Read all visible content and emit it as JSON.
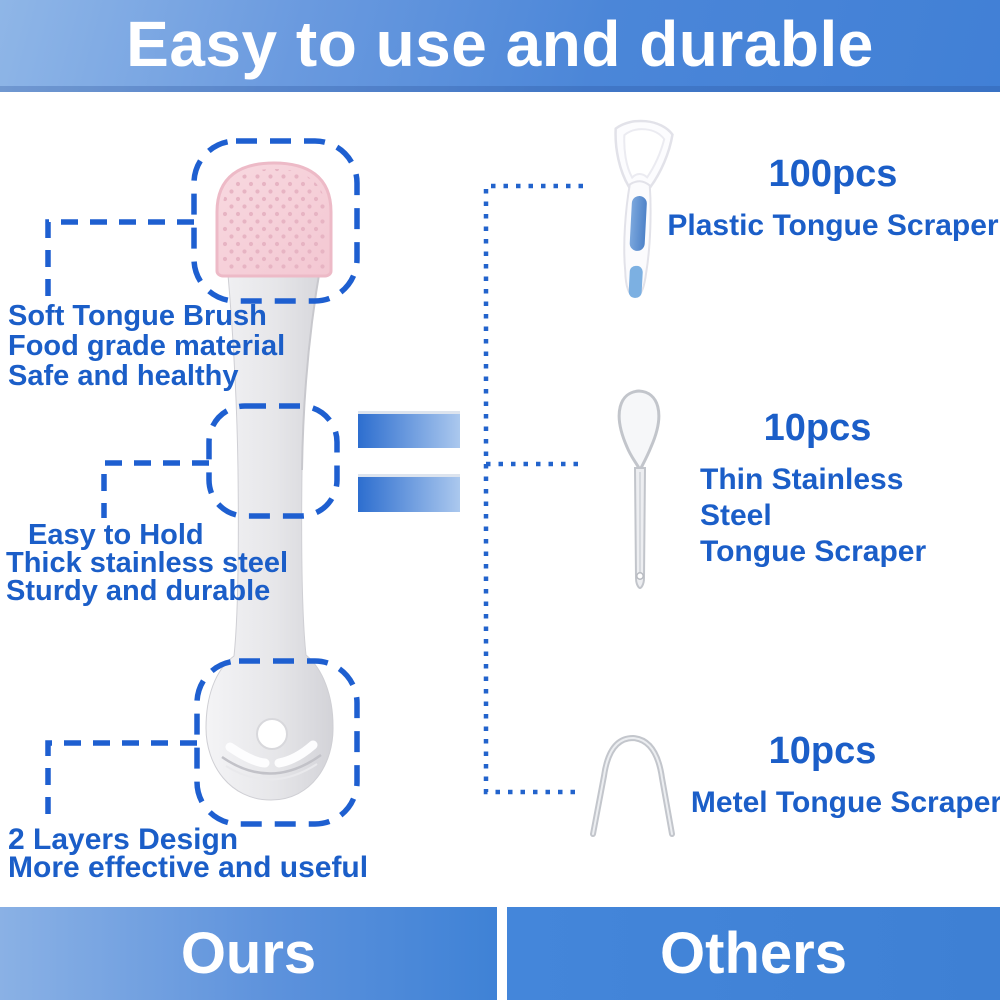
{
  "header": {
    "title": "Easy to use and durable"
  },
  "callouts": {
    "soft_brush": {
      "lines": [
        "Soft Tongue Brush",
        "Food grade material",
        "Safe and healthy"
      ]
    },
    "easy_hold": {
      "lines": [
        "Easy to Hold",
        "Thick stainless steel",
        "Sturdy and durable"
      ]
    },
    "two_layers": {
      "lines": [
        "2 Layers Design",
        "More effective and useful"
      ]
    }
  },
  "others": [
    {
      "count": "100pcs",
      "lines": [
        "Plastic Tongue Scraper"
      ]
    },
    {
      "count": "10pcs",
      "lines": [
        "Thin Stainless Steel",
        "Tongue Scraper"
      ]
    },
    {
      "count": "10pcs",
      "lines": [
        "Metel Tongue Scraper"
      ]
    }
  ],
  "footer": {
    "ours_label": "Ours",
    "others_label": "Others"
  },
  "colors": {
    "accent_text": "#1b5ec8",
    "dashed_line": "#1e5fd0",
    "banner_blue": "#4384d7",
    "banner_light_blue": "#8fb6e7",
    "brush_pink": "#f6d3da",
    "grip_blue": "#6f9ed8"
  }
}
